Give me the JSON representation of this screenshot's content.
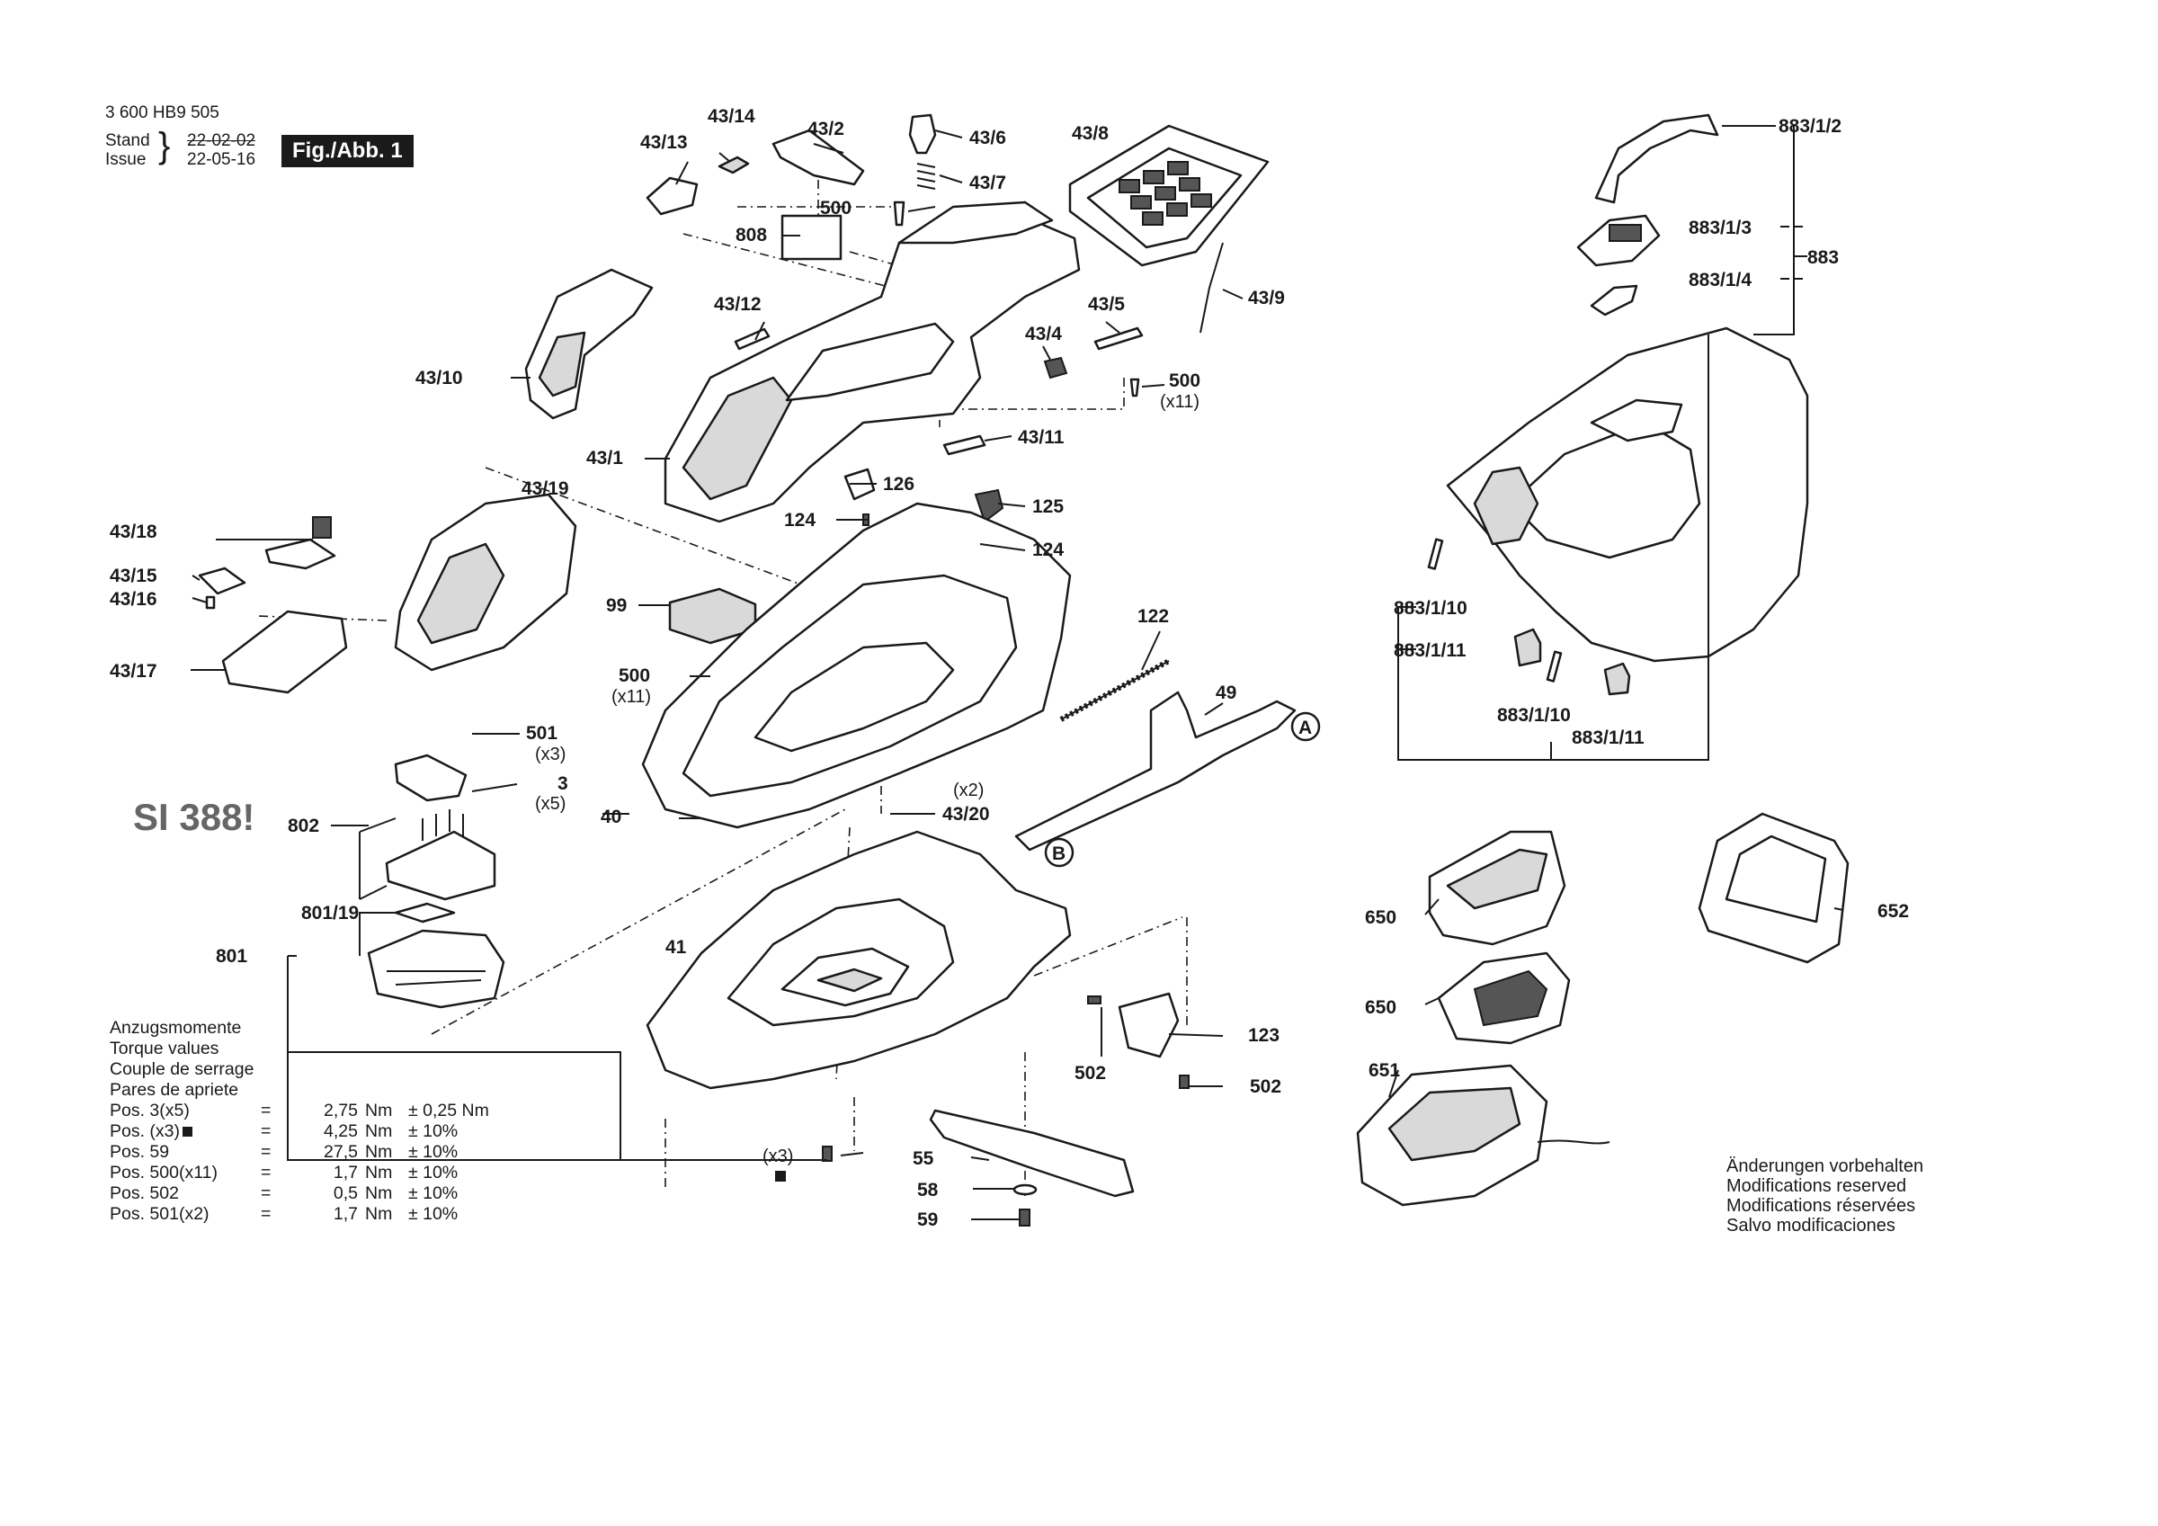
{
  "header": {
    "doc_number": "3 600 HB9 505",
    "stand_label": "Stand",
    "issue_label": "Issue",
    "stand_date": "22-02-02",
    "issue_date": "22-05-16",
    "figure_label": "Fig./Abb. 1"
  },
  "service_info": "SI 388!",
  "parts": {
    "p43_14": "43/14",
    "p43_2": "43/2",
    "p43_6": "43/6",
    "p43_8": "43/8",
    "p43_13": "43/13",
    "p43_7": "43/7",
    "p500_top": "500",
    "p808": "808",
    "p43_12": "43/12",
    "p43_5": "43/5",
    "p43_9": "43/9",
    "p43_10": "43/10",
    "p43_4": "43/4",
    "p500_mid": "500",
    "x11_mid": "(x11)",
    "p43_1": "43/1",
    "p43_11": "43/11",
    "p43_19": "43/19",
    "p126": "126",
    "p125": "125",
    "p43_18": "43/18",
    "p124_a": "124",
    "p124_b": "124",
    "p43_15": "43/15",
    "p43_16": "43/16",
    "p99": "99",
    "p122": "122",
    "p43_17": "43/17",
    "p500_low": "500",
    "x11_low": "(x11)",
    "p49": "49",
    "callout_a": "A",
    "p501": "501",
    "x3_501": "(x3)",
    "p3": "3",
    "x5_3": "(x5)",
    "x2_4320": "(x2)",
    "p43_20": "43/20",
    "p40": "40",
    "callout_b": "B",
    "p802": "802",
    "p801_19": "801/19",
    "p801": "801",
    "p41": "41",
    "p123": "123",
    "p502_a": "502",
    "p502_b": "502",
    "x3_bottom": "(x3)",
    "p55": "55",
    "p58": "58",
    "p59": "59",
    "p883_1_2": "883/1/2",
    "p883_1_3": "883/1/3",
    "p883": "883",
    "p883_1_4": "883/1/4",
    "p883_1_10_a": "883/1/10",
    "p883_1_11_a": "883/1/11",
    "p883_1_10_b": "883/1/10",
    "p883_1_11_b": "883/1/11",
    "p650_a": "650",
    "p650_b": "650",
    "p652": "652",
    "p651": "651"
  },
  "torque": {
    "heading": [
      "Anzugsmomente",
      "Torque values",
      "Couple de serrage",
      "Pares de apriete"
    ],
    "rows": [
      {
        "pos": "Pos.   3(x5)",
        "eq": "=",
        "value": "2,75",
        "unit": "Nm",
        "tol": "± 0,25 Nm",
        "mark": false
      },
      {
        "pos": "Pos.     (x3)",
        "eq": "=",
        "value": "4,25",
        "unit": "Nm",
        "tol": "± 10%",
        "mark": true
      },
      {
        "pos": "Pos.   59",
        "eq": "=",
        "value": "27,5",
        "unit": "Nm",
        "tol": "± 10%",
        "mark": false
      },
      {
        "pos": "Pos. 500(x11)",
        "eq": "=",
        "value": "1,7",
        "unit": "Nm",
        "tol": "± 10%",
        "mark": false
      },
      {
        "pos": "Pos. 502",
        "eq": "=",
        "value": "0,5",
        "unit": "Nm",
        "tol": "± 10%",
        "mark": false
      },
      {
        "pos": "Pos. 501(x2)",
        "eq": "=",
        "value": "1,7",
        "unit": "Nm",
        "tol": "± 10%",
        "mark": false
      }
    ]
  },
  "notes": [
    "Änderungen vorbehalten",
    "Modifications reserved",
    "Modifications réservées",
    "Salvo modificaciones"
  ],
  "colors": {
    "ink": "#1a1a1a",
    "paper": "#ffffff",
    "shade": "#d9d9d9"
  }
}
